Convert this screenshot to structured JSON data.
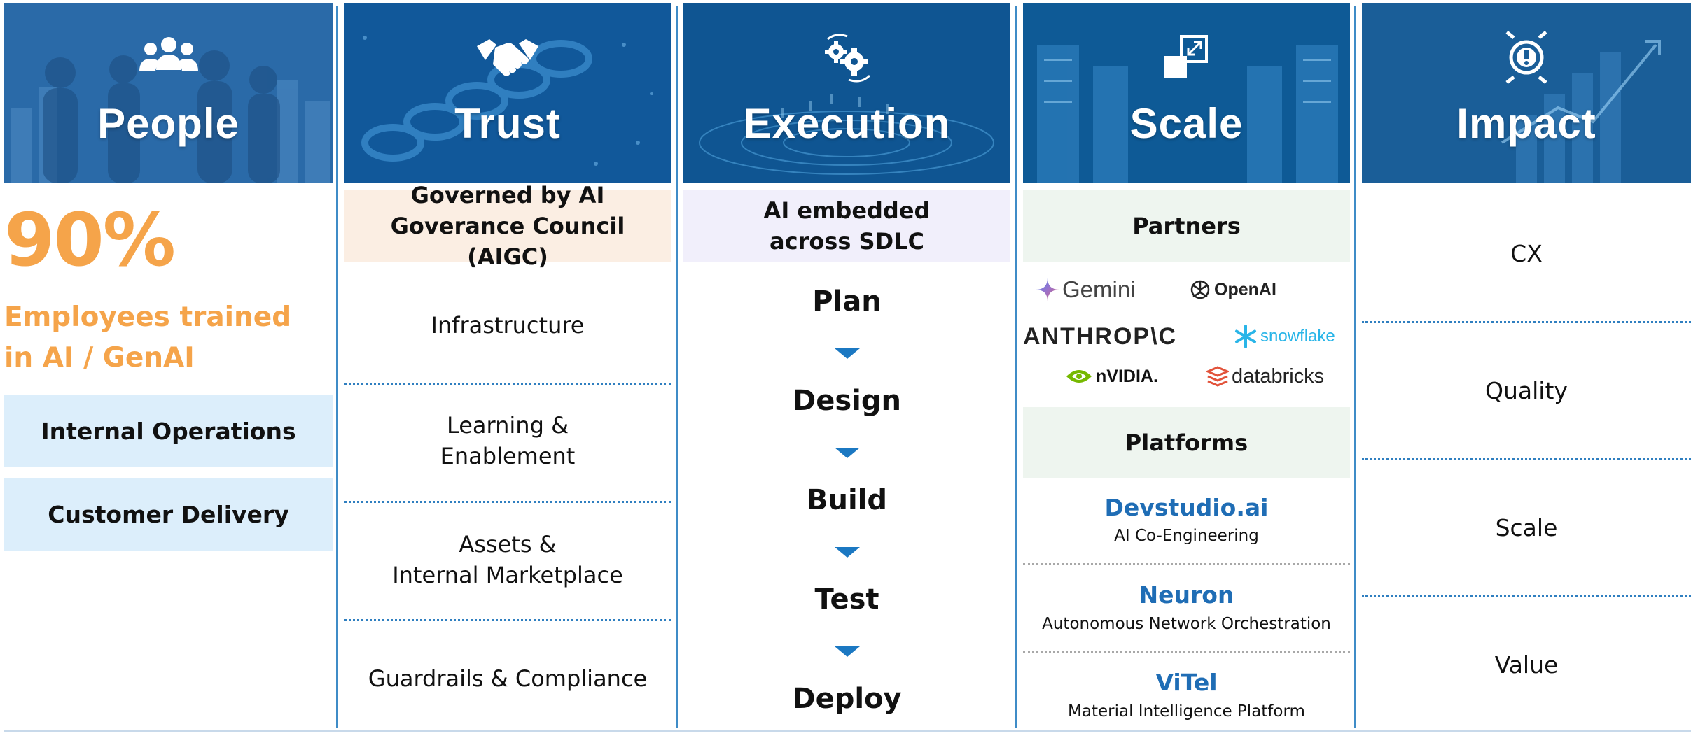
{
  "columns": {
    "people": {
      "title": "People",
      "icon": "people-group-icon",
      "stat": "90%",
      "stat_caption": "Employees trained\nin AI / GenAI",
      "items": [
        "Internal Operations",
        "Customer Delivery"
      ]
    },
    "trust": {
      "title": "Trust",
      "icon": "handshake-icon",
      "banner": "Governed by AI Goverance Council (AIGC)",
      "items": [
        "Infrastructure",
        "Learning &\nEnablement",
        "Assets &\nInternal Marketplace",
        "Guardrails & Compliance"
      ]
    },
    "execution": {
      "title": "Execution",
      "icon": "gears-cycle-icon",
      "banner": "AI embedded\nacross SDLC",
      "stages": [
        "Plan",
        "Design",
        "Build",
        "Test",
        "Deploy"
      ]
    },
    "scale": {
      "title": "Scale",
      "icon": "expand-arrows-icon",
      "partners_label": "Partners",
      "partners": [
        "Gemini",
        "OpenAI",
        "ANTHROP\\C",
        "snowflake",
        "nVIDIA.",
        "databricks"
      ],
      "platforms_label": "Platforms",
      "platforms": [
        {
          "name": "Devstudio.ai",
          "desc": "AI Co-Engineering"
        },
        {
          "name": "Neuron",
          "desc": "Autonomous Network Orchestration"
        },
        {
          "name": "ViTel",
          "desc": "Material Intelligence Platform"
        }
      ]
    },
    "impact": {
      "title": "Impact",
      "icon": "target-alert-icon",
      "items": [
        "CX",
        "Quality",
        "Scale",
        "Value"
      ]
    }
  },
  "colors": {
    "accent_orange": "#f5a44a",
    "header_blue": "#14578f",
    "divider_blue": "#3f8cc7",
    "platform_blue": "#1f6db5",
    "stage_arrow": "#1b78c2"
  }
}
